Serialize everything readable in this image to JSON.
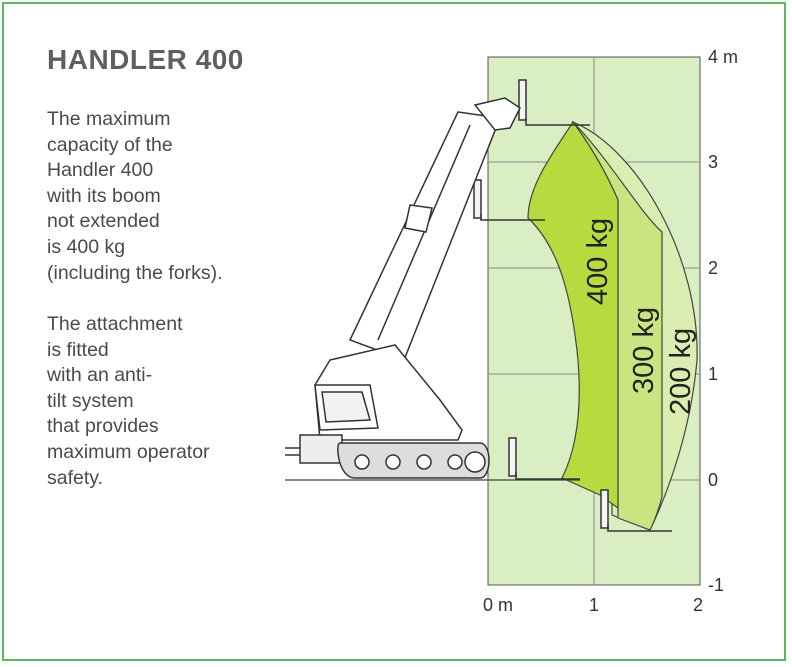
{
  "title": "HANDLER 400",
  "description": {
    "paragraph1": [
      "The maximum",
      "capacity of the",
      "Handler 400",
      "with its boom",
      "not extended",
      "is 400 kg",
      "(including the forks)."
    ],
    "paragraph2": [
      "The attachment",
      "is fitted",
      "with an anti-",
      "tilt system",
      "that provides",
      "maximum operator",
      "safety."
    ]
  },
  "diagram": {
    "y_axis_labels": [
      "4 m",
      "3",
      "2",
      "1",
      "0",
      "-1"
    ],
    "x_axis_labels": [
      "0 m",
      "1",
      "2"
    ],
    "load_zones": [
      "400 kg",
      "300 kg",
      "200 kg"
    ],
    "colors": {
      "background_grid": "#d9eec3",
      "zone_400": "#b5db3e",
      "zone_300": "#c9e57f",
      "zone_200": "#dbedb0",
      "frame": "#5cb85c"
    },
    "machine_icon": "crawler-telehandler-icon"
  }
}
